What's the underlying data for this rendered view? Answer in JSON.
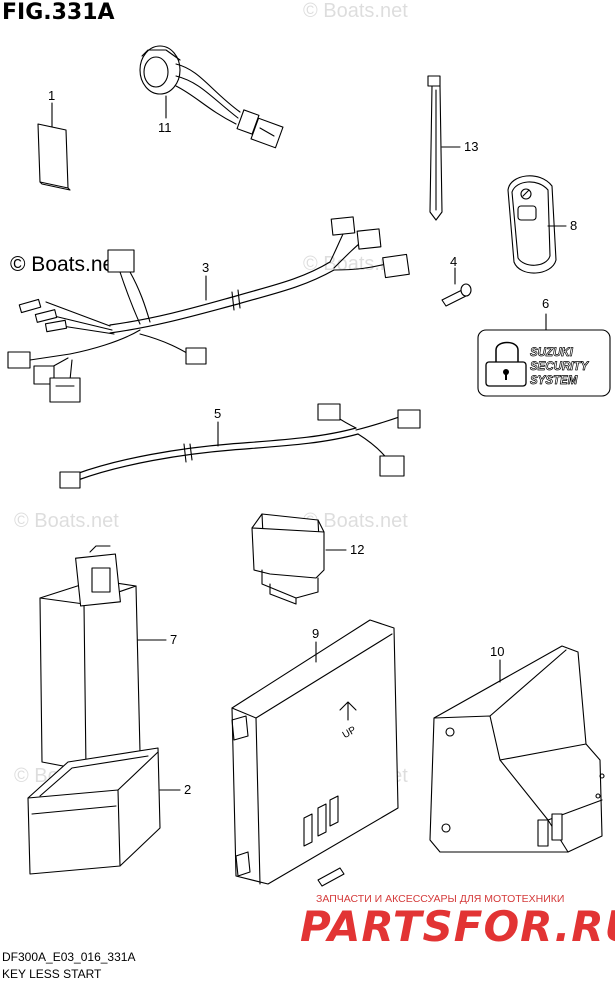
{
  "figure": {
    "title": "FIG.331A",
    "code": "DF300A_E03_016_331A",
    "subtitle": "KEY LESS START"
  },
  "watermark": {
    "text": "© Boats.net",
    "strong_text": "© Boats.net"
  },
  "promo": {
    "tagline": "ЗАПЧАСТИ И АКСЕССУАРЫ ДЛЯ МОТОТЕХНИКИ",
    "brand": "PARTSFOR.RU",
    "color": "#e23434"
  },
  "decal": {
    "line1": "SUZUKI",
    "line2": "SECURITY",
    "line3": "SYSTEM"
  },
  "ecu_marking": "UP",
  "callouts": [
    {
      "num": "1",
      "part": "label"
    },
    {
      "num": "2",
      "part": "small-box"
    },
    {
      "num": "3",
      "part": "main-harness"
    },
    {
      "num": "4",
      "part": "screw"
    },
    {
      "num": "5",
      "part": "sub-harness"
    },
    {
      "num": "6",
      "part": "security-decal"
    },
    {
      "num": "7",
      "part": "control-module"
    },
    {
      "num": "8",
      "part": "key-fob"
    },
    {
      "num": "9",
      "part": "ecu"
    },
    {
      "num": "10",
      "part": "bracket-module"
    },
    {
      "num": "11",
      "part": "antenna-coil"
    },
    {
      "num": "12",
      "part": "relay"
    },
    {
      "num": "13",
      "part": "cable-tie"
    }
  ]
}
